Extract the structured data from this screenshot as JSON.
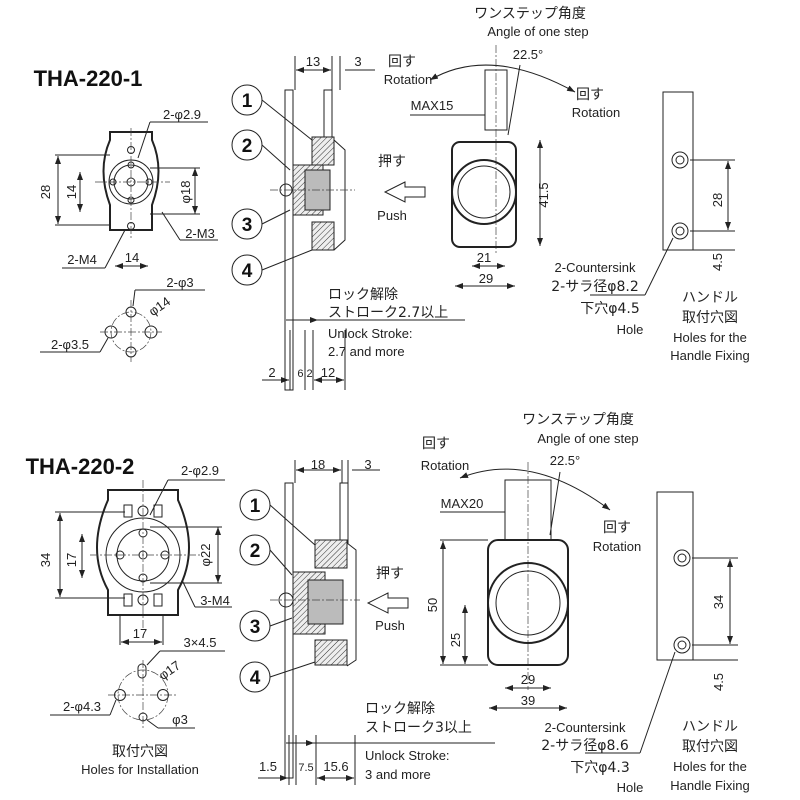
{
  "top": {
    "model": "THA-220-1",
    "front": {
      "hole_top": "2-φ2.9",
      "height": "28",
      "inner_height": "14",
      "dia": "φ18",
      "screw_right": "2-M3",
      "screw_left": "2-M4",
      "width": "14"
    },
    "install": {
      "small_holes": "2-φ3",
      "pcd": "φ14",
      "large_holes": "2-φ3.5"
    },
    "side": {
      "callouts": [
        "1",
        "2",
        "3",
        "4"
      ],
      "dim_a": "13",
      "dim_b": "3",
      "push_jp": "押す",
      "push_en": "Push",
      "bottom_dims": [
        "2",
        "6.2",
        "12"
      ],
      "unlock_jp1": "ロック解除",
      "unlock_jp2": "ストローク2.7以上",
      "unlock_en1": "Unlock Stroke:",
      "unlock_en2": "2.7 and more"
    },
    "handle": {
      "angle_jp": "ワンステップ角度",
      "angle_en": "Angle of one step",
      "angle": "22.5°",
      "rot_left_jp": "回す",
      "rot_left_en": "Rotation",
      "rot_right_jp": "回す",
      "rot_right_en": "Rotation",
      "max": "MAX15",
      "height": "41.5",
      "inner_width": "21",
      "width": "29"
    },
    "fixing": {
      "pitch": "28",
      "offset": "4.5",
      "countersink_en": "2-Countersink",
      "countersink_jp": "2-サラ径φ8.2",
      "hole_jp": "下穴φ4.5",
      "hole_en": "Hole",
      "title_jp1": "ハンドル",
      "title_jp2": "取付穴図",
      "title_en1": "Holes for the",
      "title_en2": "Handle Fixing"
    }
  },
  "bottom": {
    "model": "THA-220-2",
    "front": {
      "hole_top": "2-φ2.9",
      "height": "34",
      "inner_height": "17",
      "dia": "φ22",
      "screw_right": "3-M4",
      "width": "17"
    },
    "install": {
      "slot": "3×4.5",
      "pcd": "φ17",
      "large_holes": "2-φ4.3",
      "small_hole": "φ3",
      "title_jp": "取付穴図",
      "title_en": "Holes for Installation"
    },
    "side": {
      "callouts": [
        "1",
        "2",
        "3",
        "4"
      ],
      "dim_a": "18",
      "dim_b": "3",
      "push_jp": "押す",
      "push_en": "Push",
      "bottom_dims": [
        "1.5",
        "7.5",
        "15.6"
      ],
      "unlock_jp1": "ロック解除",
      "unlock_jp2": "ストローク3以上",
      "unlock_en1": "Unlock Stroke:",
      "unlock_en2": "3 and more"
    },
    "handle": {
      "angle_jp": "ワンステップ角度",
      "angle_en": "Angle of one step",
      "angle": "22.5°",
      "rot_left_jp": "回す",
      "rot_left_en": "Rotation",
      "rot_right_jp": "回す",
      "rot_right_en": "Rotation",
      "max": "MAX20",
      "height": "50",
      "lower": "25",
      "inner_width": "29",
      "width": "39"
    },
    "fixing": {
      "pitch": "34",
      "offset": "4.5",
      "countersink_en": "2-Countersink",
      "countersink_jp": "2-サラ径φ8.6",
      "hole_jp": "下穴φ4.3",
      "hole_en": "Hole",
      "title_jp1": "ハンドル",
      "title_jp2": "取付穴図",
      "title_en1": "Holes for the",
      "title_en2": "Handle Fixing"
    }
  }
}
